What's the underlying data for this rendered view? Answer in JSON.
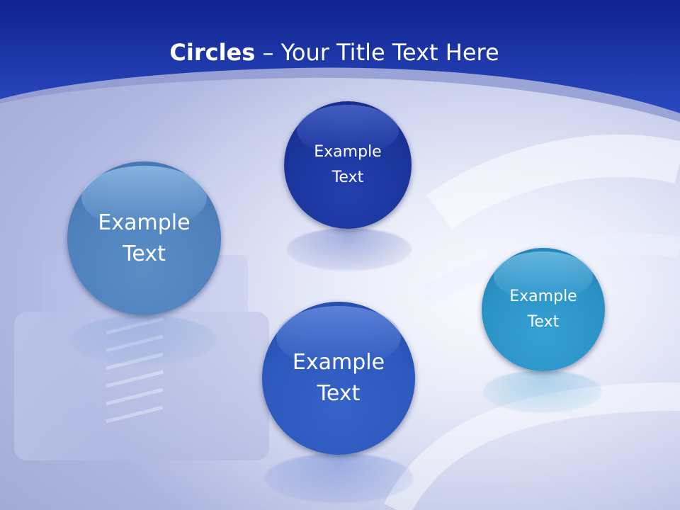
{
  "slide": {
    "title_bold": "Circles",
    "title_rest": " – Your Title Text Here",
    "colors": {
      "header_blue": "#1a34a8",
      "circle_steel": "#5b8fc6",
      "circle_navy": "#1f3aa3",
      "circle_royal": "#2e5bc0",
      "circle_cyan": "#2f93c8"
    }
  },
  "circles": [
    {
      "label": "Example\nText"
    },
    {
      "label": "Example\nText"
    },
    {
      "label": "Example\nText"
    },
    {
      "label": "Example\nText"
    }
  ]
}
